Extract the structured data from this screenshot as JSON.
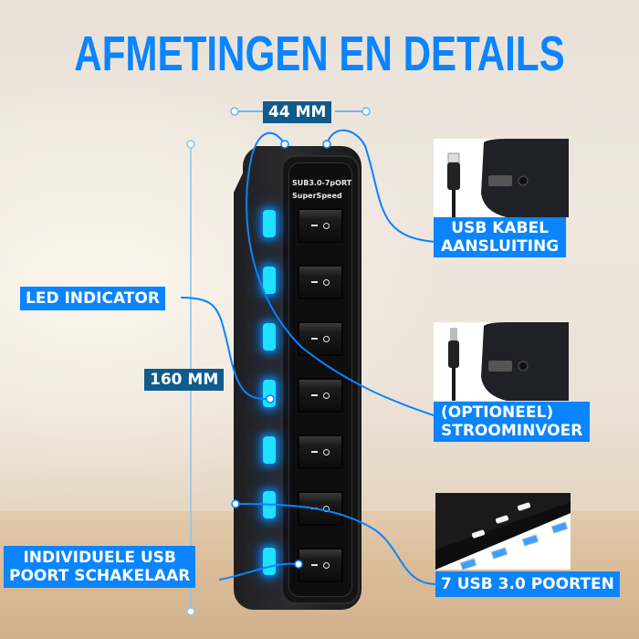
{
  "title": "AFMETINGEN EN DETAILS",
  "dimensions": {
    "width": "44 MM",
    "height": "160 MM"
  },
  "hub": {
    "label_line1": "SUB3.0-7pORT",
    "label_line2": "SuperSpeed",
    "port_count": 7,
    "led_color": "#1ee0ff"
  },
  "callouts": {
    "led_indicator": "LED INDICATOR",
    "switch_line1": "INDIVIDUELE USB",
    "switch_line2": "POORT SCHAKELAAR",
    "usb_cable_line1": "USB KABEL",
    "usb_cable_line2": "AANSLUITING",
    "power_line1": "(OPTIONEEL)",
    "power_line2": "STROOMINVOER",
    "ports": "7 USB 3.0 POORTEN"
  },
  "colors": {
    "accent": "#0a84ff",
    "dimension_label": "#0f5b8c",
    "title": "#0a84ff"
  }
}
